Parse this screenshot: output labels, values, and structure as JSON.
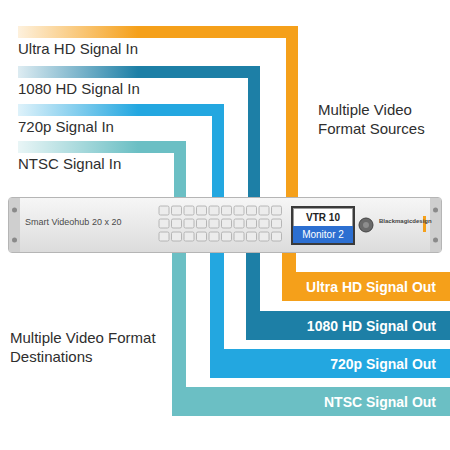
{
  "diagram": {
    "nodes": [
      {
        "text": [
          "Ultra HD Signal In"
        ]
      },
      {
        "text": [
          "1080 HD Signal In"
        ]
      },
      {
        "text": [
          "720p Signal In"
        ]
      },
      {
        "text": [
          "NTSC Signal In"
        ]
      },
      {
        "text": [
          "Smart Videohub 20 x 20"
        ]
      },
      {
        "text": [
          "VTR 10"
        ],
        "in": 4
      },
      {
        "text": [
          "Monitor 2"
        ],
        "in": 4
      },
      {
        "text": [
          "Ultra HD Signal Out"
        ]
      },
      {
        "text": [
          "1080 HD Signal Out"
        ]
      },
      {
        "text": [
          "720p Signal Out"
        ]
      },
      {
        "text": [
          "NTSC Signal Out"
        ]
      }
    ],
    "edges": [
      {
        "from": 0,
        "to": 4,
        "arrow": "none"
      },
      {
        "from": 1,
        "to": 4,
        "arrow": "none"
      },
      {
        "from": 2,
        "to": 4,
        "arrow": "none"
      },
      {
        "from": 3,
        "to": 4,
        "arrow": "none"
      },
      {
        "from": 4,
        "to": 7,
        "arrow": "none"
      },
      {
        "from": 4,
        "to": 8,
        "arrow": "none"
      },
      {
        "from": 4,
        "to": 9,
        "arrow": "none"
      },
      {
        "from": 4,
        "to": 10,
        "arrow": "none"
      }
    ],
    "labels": [
      "Multiple Video Format Sources",
      "Multiple Video Format Destinations",
      "Blackmagicdesign"
    ]
  }
}
